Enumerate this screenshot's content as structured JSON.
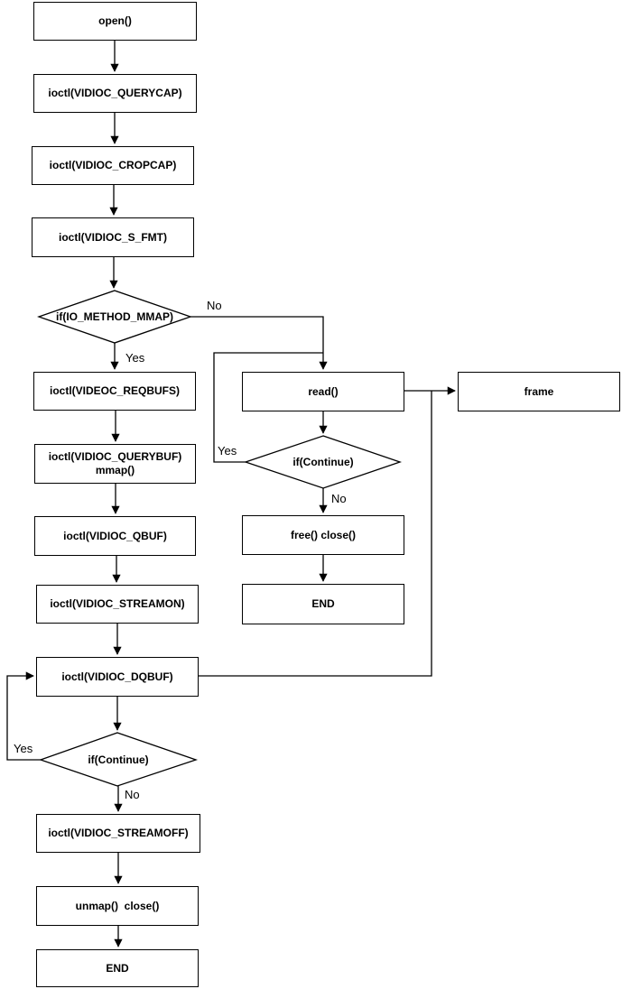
{
  "nodes": {
    "open": "open()",
    "querycap": "ioctl(VIDIOC_QUERYCAP)",
    "cropcap": "ioctl(VIDIOC_CROPCAP)",
    "s_fmt": "ioctl(VIDIOC_S_FMT)",
    "if_io_method_mmap": "if(IO_METHOD_MMAP)",
    "reqbufs": "ioctl(VIDEOC_REQBUFS)",
    "querybuf_mmap": "ioctl(VIDIOC_QUERYBUF)\nmmap()",
    "qbuf": "ioctl(VIDIOC_QBUF)",
    "streamon": "ioctl(VIDIOC_STREAMON)",
    "dqbuf": "ioctl(VIDIOC_DQBUF)",
    "if_continue_mmap": "if(Continue)",
    "streamoff": "ioctl(VIDIOC_STREAMOFF)",
    "unmap_close": "unmap()  close()",
    "end_mmap": "END",
    "read": "read()",
    "if_continue_read": "if(Continue)",
    "free_close": "free() close()",
    "end_read": "END",
    "frame": "frame"
  },
  "edge_labels": {
    "mmap_no": "No",
    "mmap_yes": "Yes",
    "read_continue_yes": "Yes",
    "read_continue_no": "No",
    "dqbuf_continue_yes": "Yes",
    "dqbuf_continue_no": "No"
  },
  "colors": {
    "stroke": "#000000",
    "node_fill": "#ffffff",
    "background": "#ffffff",
    "text": "#000000"
  }
}
